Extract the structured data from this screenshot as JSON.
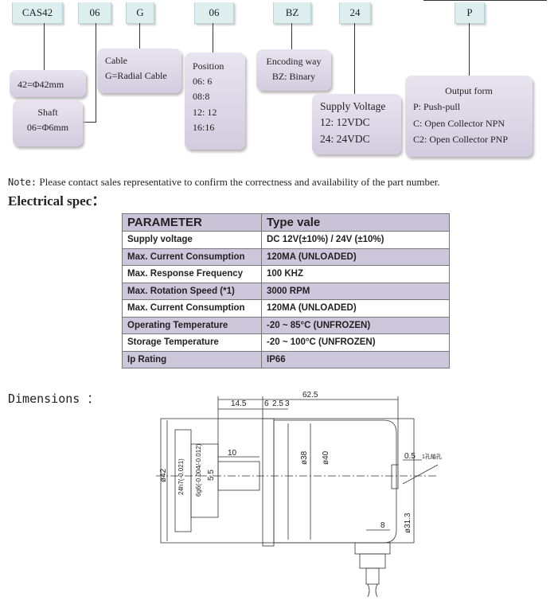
{
  "part_code": {
    "boxes": [
      "CAS42",
      "06",
      "G",
      "06",
      "BZ",
      "24",
      "P"
    ],
    "size": "42=Φ42mm",
    "shaft": {
      "title": "Shaft",
      "value": "06=Φ6mm"
    },
    "cable": {
      "title": "Cable",
      "value": "G=Radial Cable"
    },
    "position": {
      "title": "Position",
      "items": [
        "06: 6",
        "08:8",
        "12: 12",
        "16:16"
      ]
    },
    "encoding": {
      "title": "Encoding way",
      "value": "BZ: Binary"
    },
    "supply": {
      "title": "Supply Voltage",
      "items": [
        "12: 12VDC",
        "24: 24VDC"
      ]
    },
    "output": {
      "title": "Output form",
      "items": [
        "P: Push-pull",
        "C: Open Collector NPN",
        "C2: Open Collector PNP"
      ]
    }
  },
  "note": {
    "label": "Note:",
    "text": " Please contact sales representative to confirm the correctness and availability of the part number."
  },
  "electrical_heading": "Electrical spec：",
  "spec_table": {
    "headers": [
      "PARAMETER",
      "Type vale"
    ],
    "rows": [
      [
        "Supply voltage",
        "DC 12V(±10%) / 24V (±10%)"
      ],
      [
        "Max. Current Consumption",
        "120MA (UNLOADED)"
      ],
      [
        "Max. Response Frequency",
        "100 KHZ"
      ],
      [
        "Max. Rotation Speed (*1)",
        "3000 RPM"
      ],
      [
        "Max. Current Consumption",
        "120MA (UNLOADED)"
      ],
      [
        "Operating Temperature",
        "-20 ~ 85°C (UNFROZEN)"
      ],
      [
        "Storage Temperature",
        "-20 ~ 100°C (UNFROZEN)"
      ],
      [
        "Ip Rating",
        "IP66"
      ]
    ]
  },
  "dimensions_heading": "Dimensions ：",
  "drawing_labels": {
    "total_length": "62.5",
    "d14_5": "14.5",
    "d6": "6",
    "d2_5": "2.5",
    "d3": "3",
    "d10": "10",
    "d5_5": "5.5",
    "d0_5": "0.5",
    "d8": "8",
    "dia42": "ø42",
    "dia24": "24h7(-0.021)",
    "dia6": "6g6(-0.004/-0.012)",
    "dia38": "ø38",
    "dia40": "ø40",
    "dia31_3": "ø31.3",
    "hole_note": "1孔轴孔"
  }
}
